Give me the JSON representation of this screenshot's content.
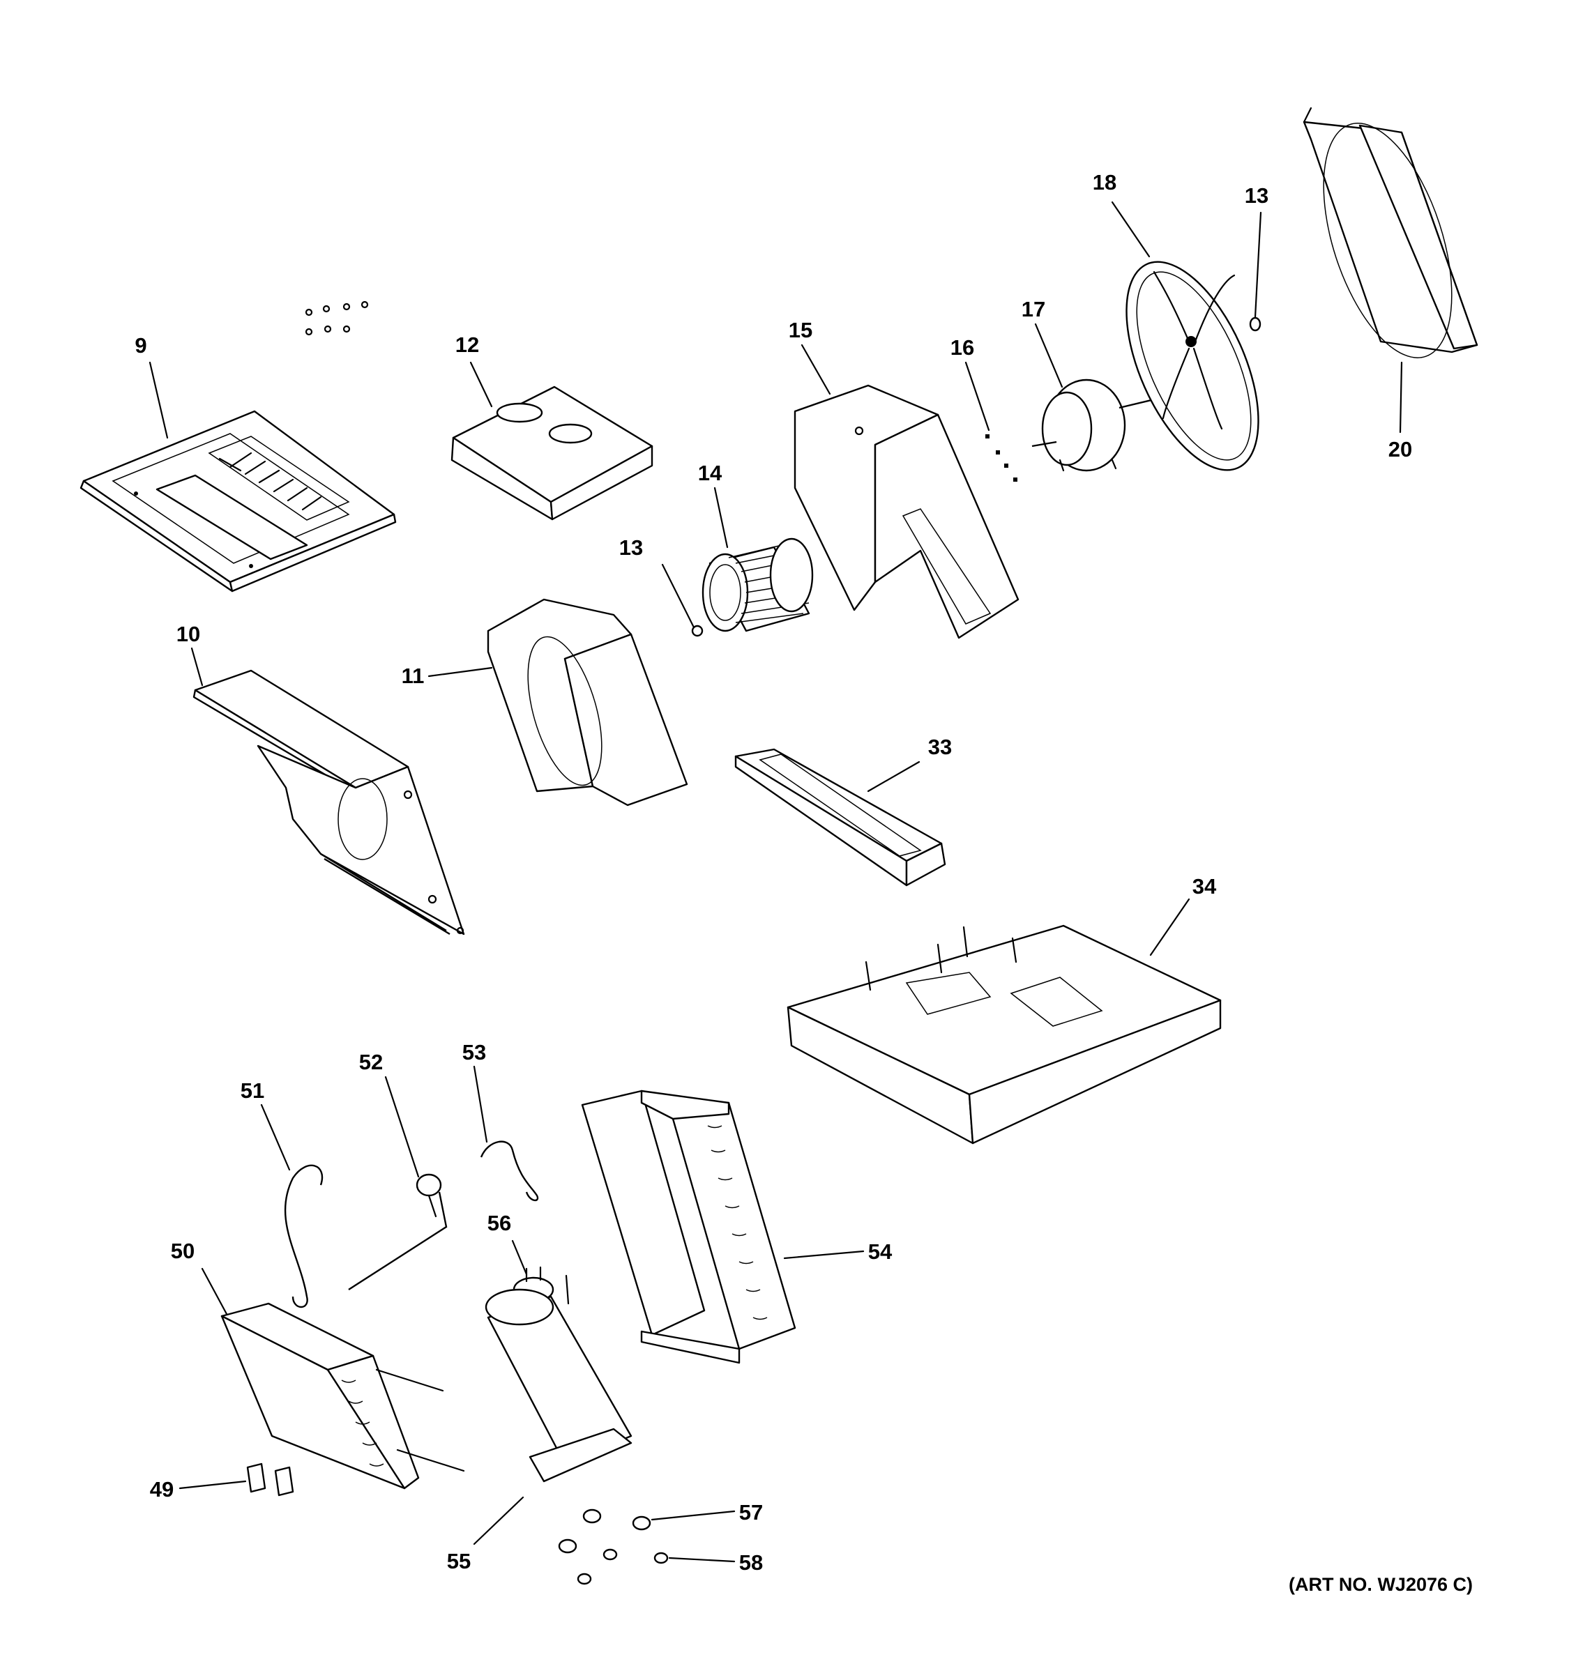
{
  "diagram": {
    "art_number": "(ART NO. WJ2076 C)",
    "callouts": [
      {
        "id": "c9",
        "text": "9"
      },
      {
        "id": "c10",
        "text": "10"
      },
      {
        "id": "c11",
        "text": "11"
      },
      {
        "id": "c12",
        "text": "12"
      },
      {
        "id": "c13a",
        "text": "13"
      },
      {
        "id": "c13b",
        "text": "13"
      },
      {
        "id": "c14",
        "text": "14"
      },
      {
        "id": "c15",
        "text": "15"
      },
      {
        "id": "c16",
        "text": "16"
      },
      {
        "id": "c17",
        "text": "17"
      },
      {
        "id": "c18",
        "text": "18"
      },
      {
        "id": "c20",
        "text": "20"
      },
      {
        "id": "c33",
        "text": "33"
      },
      {
        "id": "c34",
        "text": "34"
      },
      {
        "id": "c49",
        "text": "49"
      },
      {
        "id": "c50",
        "text": "50"
      },
      {
        "id": "c51",
        "text": "51"
      },
      {
        "id": "c52",
        "text": "52"
      },
      {
        "id": "c53",
        "text": "53"
      },
      {
        "id": "c54",
        "text": "54"
      },
      {
        "id": "c55",
        "text": "55"
      },
      {
        "id": "c56",
        "text": "56"
      },
      {
        "id": "c57",
        "text": "57"
      },
      {
        "id": "c58",
        "text": "58"
      }
    ]
  }
}
